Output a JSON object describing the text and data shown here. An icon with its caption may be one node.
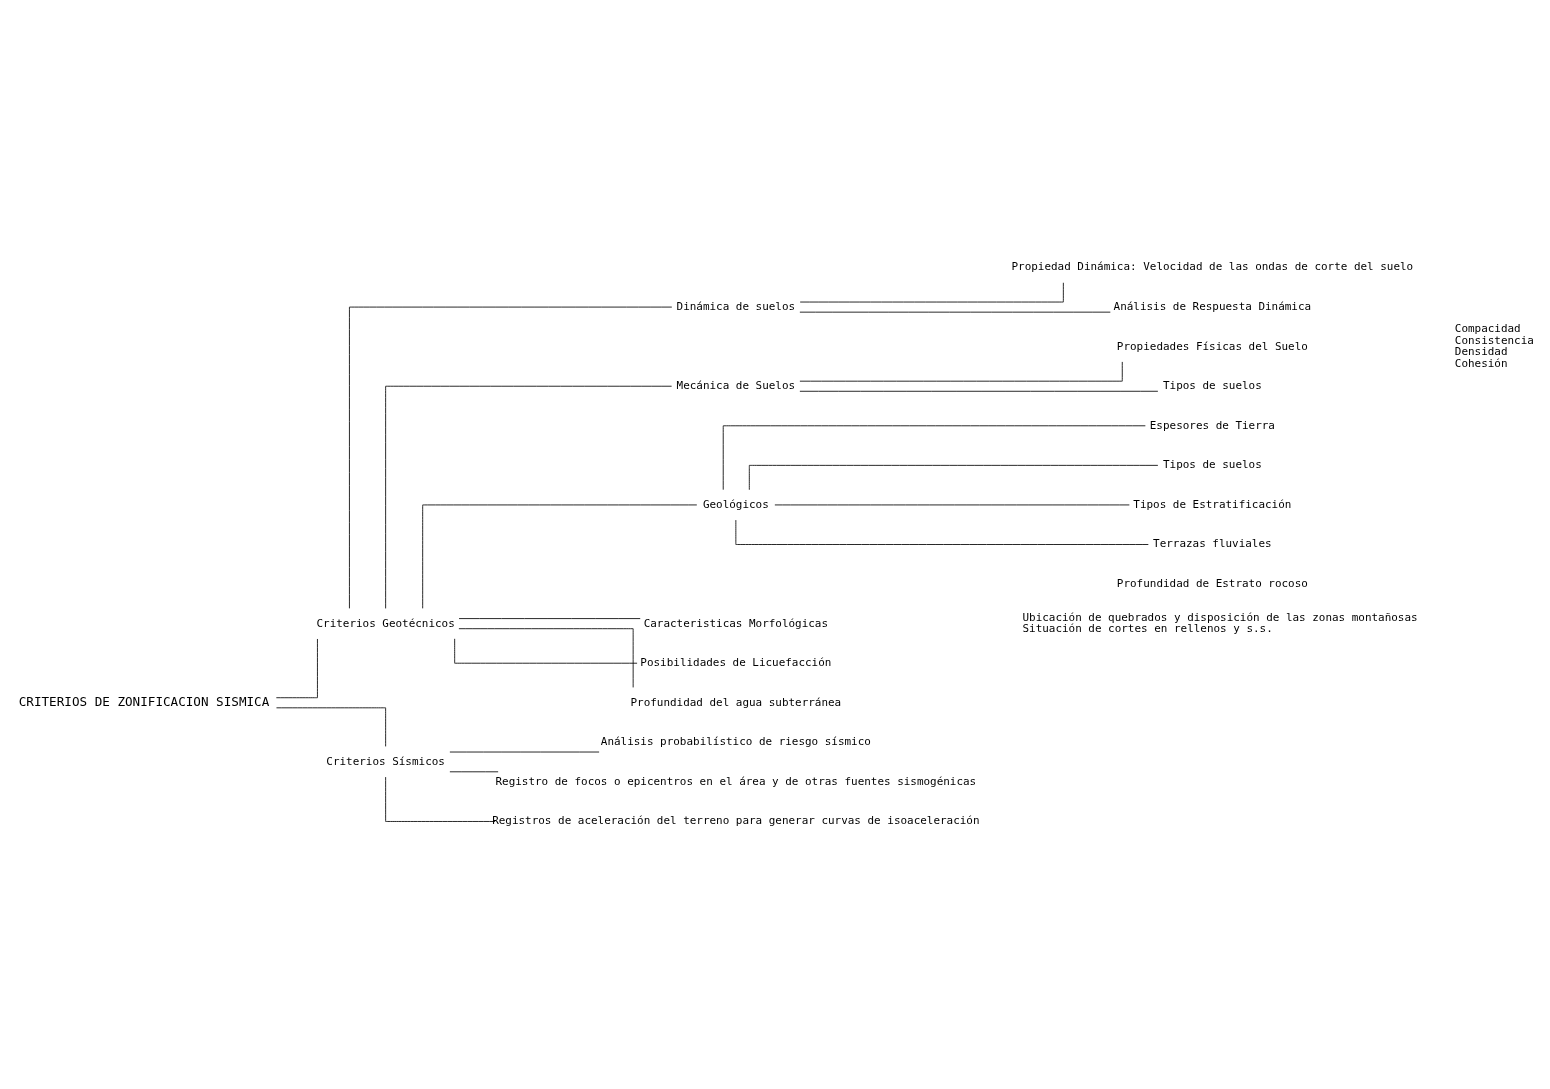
{
  "diagram": {
    "nodes": [
      {
        "text": [
          "CRITERIOS DE ZONIFICACION SISMICA"
        ]
      },
      {
        "text": [
          "Criterios Geotécnicos"
        ]
      },
      {
        "text": [
          "Criterios Sísmicos"
        ]
      },
      {
        "text": [
          "Dinámica de suelos"
        ]
      },
      {
        "text": [
          "Mecánica de Suelos"
        ]
      },
      {
        "text": [
          "Geológicos"
        ]
      },
      {
        "text": [
          "Caracteristicas Morfológicas"
        ],
        "beside": [
          "Ubicación de quebrados y disposición de las zonas montañosas",
          "Situación de cortes en rellenos y s.s."
        ]
      },
      {
        "text": [
          "Posibilidades de Licuefacción"
        ]
      },
      {
        "text": [
          "Profundidad del agua subterránea"
        ]
      },
      {
        "text": [
          "Propiedad Dinámica: Velocidad de las ondas de corte del suelo"
        ]
      },
      {
        "text": [
          "Análisis de Respuesta Dinámica"
        ]
      },
      {
        "text": [
          "Propiedades Físicas del Suelo"
        ],
        "beside": [
          "Compacidad",
          "Consistencia",
          "Densidad",
          "Cohesión"
        ]
      },
      {
        "text": [
          "Tipos de suelos"
        ]
      },
      {
        "text": [
          "Espesores de Tierra"
        ]
      },
      {
        "text": [
          "Tipos de suelos"
        ]
      },
      {
        "text": [
          "Tipos de Estratificación"
        ]
      },
      {
        "text": [
          "Terrazas fluviales"
        ]
      },
      {
        "text": [
          "Análisis probabilístico de riesgo sísmico"
        ]
      },
      {
        "text": [
          "Registro de focos o epicentros en el área y de otras fuentes sismogénicas"
        ]
      },
      {
        "text": [
          "Registros de aceleración del terreno para generar curvas de isoaceleración"
        ]
      }
    ],
    "edges": [
      {
        "from": 0,
        "to": 1,
        "arrow": "none"
      },
      {
        "from": 0,
        "to": 2,
        "arrow": "none"
      },
      {
        "from": 1,
        "to": 3,
        "arrow": "none"
      },
      {
        "from": 1,
        "to": 4,
        "arrow": "none"
      },
      {
        "from": 1,
        "to": 5,
        "arrow": "none"
      },
      {
        "from": 1,
        "to": 6,
        "arrow": "none"
      },
      {
        "from": 1,
        "to": 7,
        "arrow": "none"
      },
      {
        "from": 1,
        "to": 8,
        "arrow": "none"
      },
      {
        "from": 3,
        "to": 9,
        "arrow": "none"
      },
      {
        "from": 3,
        "to": 10,
        "arrow": "none"
      },
      {
        "from": 4,
        "to": 11,
        "arrow": "none"
      },
      {
        "from": 4,
        "to": 12,
        "arrow": "none"
      },
      {
        "from": 5,
        "to": 13,
        "arrow": "none"
      },
      {
        "from": 5,
        "to": 14,
        "arrow": "none"
      },
      {
        "from": 5,
        "to": 15,
        "arrow": "none"
      },
      {
        "from": 5,
        "to": 16,
        "arrow": "none"
      },
      {
        "from": 2,
        "to": 17,
        "arrow": "none"
      },
      {
        "from": 2,
        "to": 18,
        "arrow": "none"
      },
      {
        "from": 2,
        "to": 19,
        "arrow": "none"
      }
    ],
    "labels": [
      "Profundidad de Estrato rocoso"
    ]
  }
}
